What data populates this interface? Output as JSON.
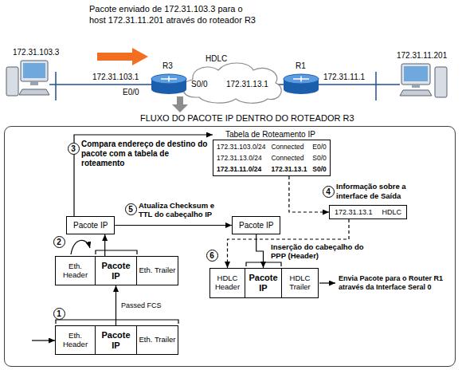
{
  "diagram": {
    "nodes": [
      {
        "text": [
          "FLUXO DO PACOTE IP DENTRO DO ROTEADOR R3"
        ]
      },
      {
        "text": [
          "Tabela de Roteamento IP",
          "172.31.103.0/24",
          "Connected",
          "E0/0",
          "172.31.13.0/24",
          "Connected",
          "S0/0",
          "172.31.11.0/24",
          "172.31.13.1",
          "S0/0"
        ],
        "in": 0
      },
      {
        "text": [
          "172.31.13.1",
          "HDLC"
        ],
        "in": 0
      },
      {
        "text": [
          "Pacote IP"
        ],
        "in": 0
      },
      {
        "text": [
          "Pacote IP"
        ],
        "in": 0
      },
      {
        "text": [
          "Eth. Header"
        ],
        "in": 0
      },
      {
        "text": [
          "Pacote IP"
        ],
        "in": 0
      },
      {
        "text": [
          "Eth. Trailer"
        ],
        "in": 0
      },
      {
        "text": [
          "HDLC Header"
        ],
        "in": 0
      },
      {
        "text": [
          "Pacote IP"
        ],
        "in": 0
      },
      {
        "text": [
          "HDLC Trailer"
        ],
        "in": 0
      },
      {
        "text": [
          "Eth. Header"
        ],
        "in": 0
      },
      {
        "text": [
          "Pacote IP"
        ],
        "in": 0
      },
      {
        "text": [
          "Eth. Trailer"
        ],
        "in": 0
      }
    ],
    "edges": [
      {
        "from": 3,
        "to": 1,
        "arrow": "to"
      },
      {
        "from": 1,
        "to": 2,
        "arrow": "to"
      },
      {
        "from": 3,
        "to": 4,
        "arrow": "to"
      },
      {
        "from": 6,
        "to": 3,
        "arrow": "to"
      },
      {
        "from": 4,
        "to": 9,
        "arrow": "to"
      },
      {
        "from": 2,
        "to": 8,
        "arrow": "to"
      },
      {
        "from": 12,
        "to": 6,
        "arrow": "to"
      }
    ],
    "labels": [
      "Pacote enviado de 172.31.103.3 para o host 172.31.11.201 através do roteador R3",
      "172.31.103.3",
      "R3",
      "HDLC",
      "R1",
      "172.31.11.201",
      "172.31.103.1",
      "S0/0",
      "172.31.13.1",
      "172.31.11.1",
      "E0/0",
      "3",
      "Compara endereço de destino do pacote com a tabela de roteamento",
      "4",
      "Informação sobre a interface de Saída",
      "5",
      "Atualiza Checksum e TTL do cabeçalho IP",
      "2",
      "6",
      "Inserção do cabeçalho do PPP (Header)",
      "Passed FCS",
      "1",
      "Envia Pacote para o Router R1 através da Interface Seral 0"
    ]
  }
}
